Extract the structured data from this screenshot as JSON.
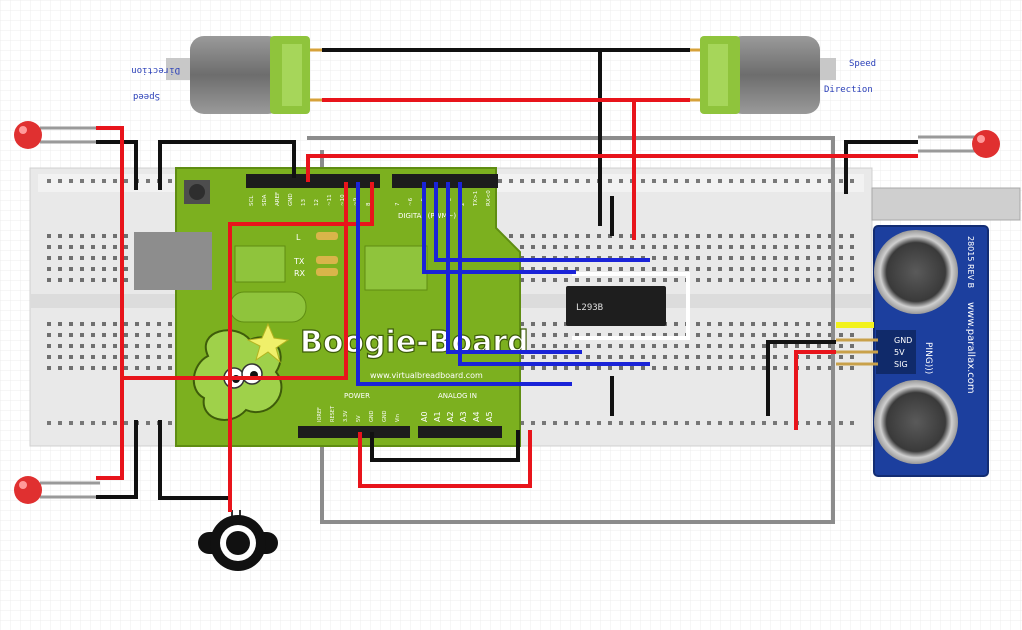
{
  "motor_left": {
    "label_direction": "Direction",
    "label_speed": "Speed"
  },
  "motor_right": {
    "label_speed": "Speed",
    "label_direction": "Direction"
  },
  "arduino": {
    "board_name": "Boogie-Board",
    "website": "www.virtualbreadboard.com",
    "digital_label": "DIGITAL (PWM~)",
    "power_label": "POWER",
    "analog_label": "ANALOG IN",
    "led_l": "L",
    "led_tx": "TX",
    "led_rx": "RX",
    "top_pins_left": [
      "SCL",
      "SDA",
      "AREF",
      "GND",
      "13",
      "12",
      "~11",
      "~10",
      "~9",
      "8"
    ],
    "top_pins_right": [
      "7",
      "~6",
      "~5",
      "4",
      "~3",
      "2",
      "TX>1",
      "RX<0"
    ],
    "power_pins": [
      "IOREF",
      "RESET",
      "3.3V",
      "5V",
      "GND",
      "GND",
      "Vin"
    ],
    "analog_pins": [
      "A0",
      "A1",
      "A2",
      "A3",
      "A4",
      "A5"
    ]
  },
  "ic": {
    "label": "L293B"
  },
  "sensor": {
    "brand": "www.parallax.com",
    "name": "PING)))",
    "rev": "28015\nREV B",
    "pins": [
      "GND",
      "5V",
      "SIG"
    ]
  },
  "colors": {
    "wire_red": "#e8141b",
    "wire_black": "#111111",
    "wire_blue": "#1a23d8",
    "wire_gray": "#8c8c8c",
    "board_green": "#7cb01f",
    "sensor_blue": "#1c3f9e"
  }
}
